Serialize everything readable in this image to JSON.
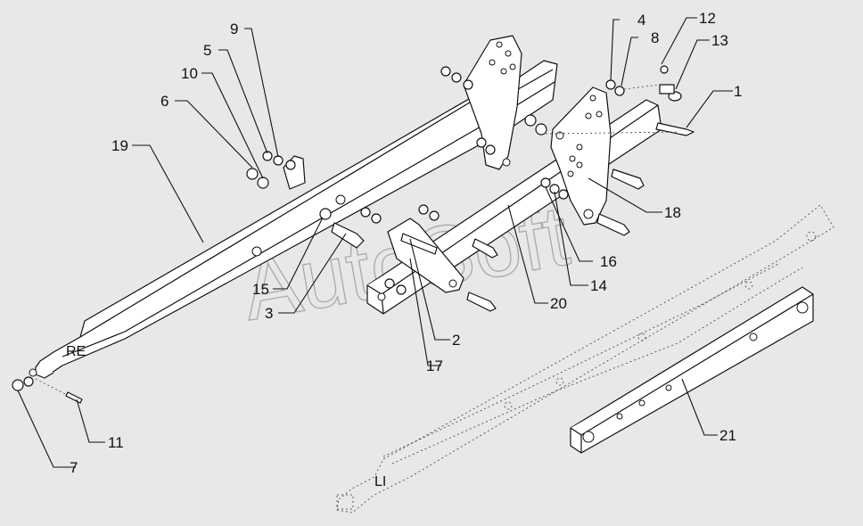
{
  "watermark": "AutoSoft",
  "side_labels": {
    "right": "RE",
    "left": "LI"
  },
  "callouts": {
    "c1": "1",
    "c2": "2",
    "c3": "3",
    "c4": "4",
    "c5": "5",
    "c6": "6",
    "c7": "7",
    "c8": "8",
    "c9": "9",
    "c10": "10",
    "c11": "11",
    "c12": "12",
    "c13": "13",
    "c14": "14",
    "c15": "15",
    "c16": "16",
    "c17": "17",
    "c18": "18",
    "c19": "19",
    "c20": "20",
    "c21": "21"
  },
  "colors": {
    "background": "#e8e8e8",
    "line": "#111111",
    "watermark": "#a9a9a9"
  }
}
